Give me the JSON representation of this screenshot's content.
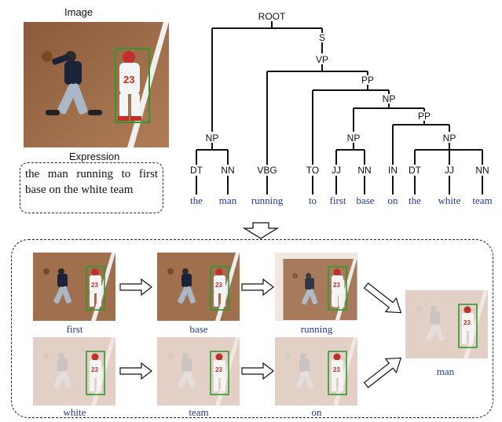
{
  "image_title": "Image",
  "expression_title": "Expression",
  "expression_text": "the man running to first base on the white team",
  "tree": {
    "root": "ROOT",
    "s": "S",
    "vp": "VP",
    "pp1": "PP",
    "np1": "NP",
    "pp2": "PP",
    "np_left": "NP",
    "np_mid": "NP",
    "np_right": "NP",
    "tags": [
      "DT",
      "NN",
      "VBG",
      "TO",
      "JJ",
      "NN",
      "IN",
      "DT",
      "JJ",
      "NN"
    ],
    "words": [
      "the",
      "man",
      "running",
      "to",
      "first",
      "base",
      "on",
      "the",
      "white",
      "team"
    ]
  },
  "steps": {
    "first": "first",
    "base": "base",
    "running": "running",
    "white": "white",
    "team": "team",
    "on": "on",
    "man": "man"
  },
  "colors": {
    "word_color": "#1f3a93",
    "box_green": "#2e9a2e",
    "field_dirt": "#a06f4e",
    "faded_bg": "#f1e7e1"
  }
}
